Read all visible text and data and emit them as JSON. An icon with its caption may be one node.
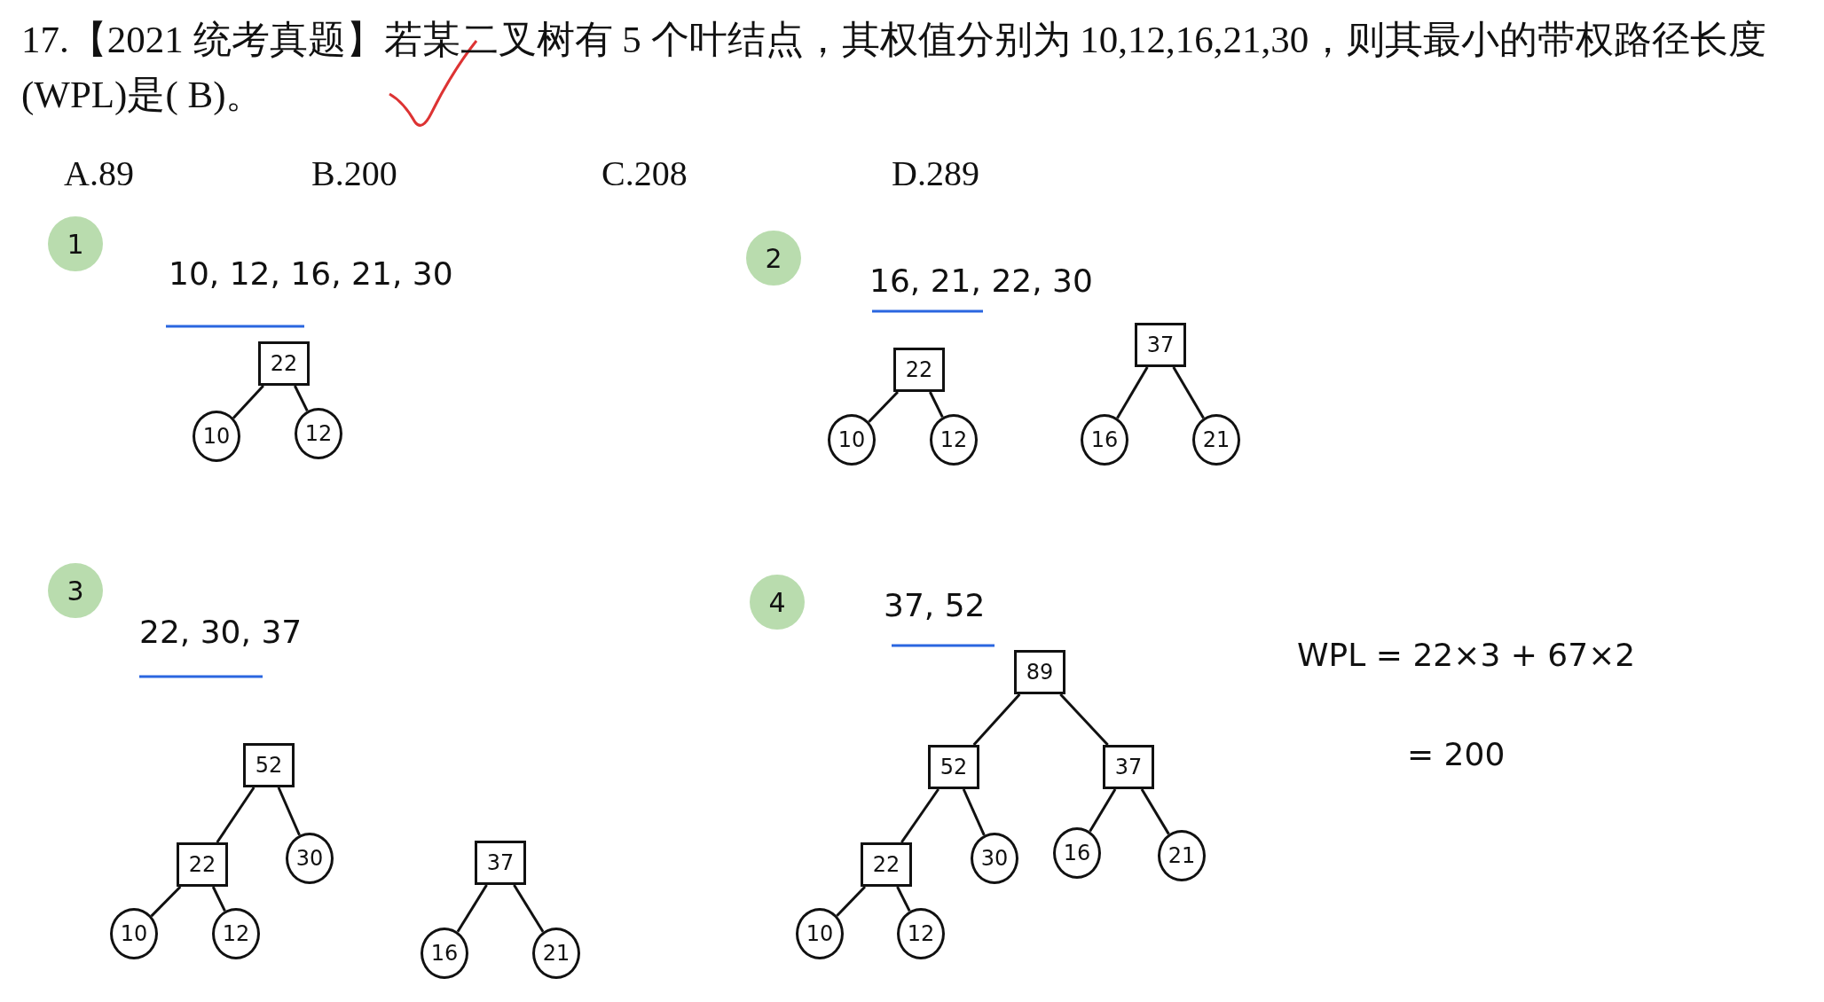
{
  "diagram": {
    "title": "17.【2021 统考真题】若某二叉树有 5 个叶结点，其权值分别为 10,12,16,21,30，则其最小的带权路径长度(WPL)是( B)。",
    "nodes": [
      {
        "text": [
          "22"
        ]
      },
      {
        "text": [
          "10"
        ]
      },
      {
        "text": [
          "12"
        ]
      },
      {
        "text": [
          "22"
        ]
      },
      {
        "text": [
          "10"
        ]
      },
      {
        "text": [
          "12"
        ]
      },
      {
        "text": [
          "37"
        ]
      },
      {
        "text": [
          "16"
        ]
      },
      {
        "text": [
          "21"
        ]
      },
      {
        "text": [
          "52"
        ]
      },
      {
        "text": [
          "22"
        ]
      },
      {
        "text": [
          "30"
        ]
      },
      {
        "text": [
          "10"
        ]
      },
      {
        "text": [
          "12"
        ]
      },
      {
        "text": [
          "37"
        ]
      },
      {
        "text": [
          "16"
        ]
      },
      {
        "text": [
          "21"
        ]
      },
      {
        "text": [
          "89"
        ]
      },
      {
        "text": [
          "52"
        ]
      },
      {
        "text": [
          "37"
        ]
      },
      {
        "text": [
          "22"
        ]
      },
      {
        "text": [
          "30"
        ]
      },
      {
        "text": [
          "16"
        ]
      },
      {
        "text": [
          "21"
        ]
      },
      {
        "text": [
          "10"
        ]
      },
      {
        "text": [
          "12"
        ]
      }
    ],
    "edges": [
      {
        "from": 0,
        "to": 1,
        "arrow": "none"
      },
      {
        "from": 0,
        "to": 2,
        "arrow": "none"
      },
      {
        "from": 3,
        "to": 4,
        "arrow": "none"
      },
      {
        "from": 3,
        "to": 5,
        "arrow": "none"
      },
      {
        "from": 6,
        "to": 7,
        "arrow": "none"
      },
      {
        "from": 6,
        "to": 8,
        "arrow": "none"
      },
      {
        "from": 9,
        "to": 10,
        "arrow": "none"
      },
      {
        "from": 9,
        "to": 11,
        "arrow": "none"
      },
      {
        "from": 10,
        "to": 12,
        "arrow": "none"
      },
      {
        "from": 10,
        "to": 13,
        "arrow": "none"
      },
      {
        "from": 14,
        "to": 15,
        "arrow": "none"
      },
      {
        "from": 14,
        "to": 16,
        "arrow": "none"
      },
      {
        "from": 17,
        "to": 18,
        "arrow": "none"
      },
      {
        "from": 17,
        "to": 19,
        "arrow": "none"
      },
      {
        "from": 18,
        "to": 20,
        "arrow": "none"
      },
      {
        "from": 18,
        "to": 21,
        "arrow": "none"
      },
      {
        "from": 19,
        "to": 22,
        "arrow": "none"
      },
      {
        "from": 19,
        "to": 23,
        "arrow": "none"
      },
      {
        "from": 20,
        "to": 24,
        "arrow": "none"
      },
      {
        "from": 20,
        "to": 25,
        "arrow": "none"
      }
    ],
    "labels": [
      "A.89",
      "B.200",
      "C.208",
      "D.289",
      "1",
      "10, 12, 16, 21, 30",
      "2",
      "16, 21, 22, 30",
      "3",
      "22, 30, 37",
      "4",
      "37, 52",
      "WPL = 22×3 + 67×2",
      "= 200"
    ]
  }
}
